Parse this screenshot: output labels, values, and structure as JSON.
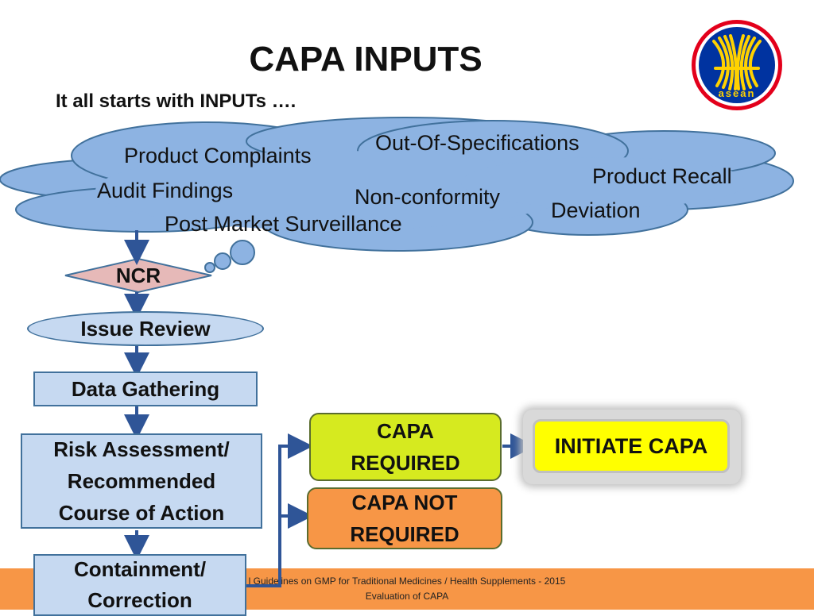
{
  "header": {
    "title": "CAPA INPUTS",
    "subtitle": "It all starts with INPUTs …."
  },
  "cloud": {
    "items": [
      "Product Complaints",
      "Out-Of-Specifications",
      "Product Recall",
      "Audit Findings",
      "Non-conformity",
      "Deviation",
      "Post Market Surveillance"
    ]
  },
  "flow": {
    "ncr": "NCR",
    "issue_review": "Issue Review",
    "data_gathering": "Data Gathering",
    "risk_assessment": "Risk Assessment/ Recommended Course of Action",
    "containment": "Containment/ Correction",
    "capa_required": "CAPA REQUIRED",
    "capa_not_required": "CAPA NOT REQUIRED",
    "initiate_capa": "INITIATE CAPA"
  },
  "logo": {
    "text": "asean",
    "colors": {
      "ring": "#e3001b",
      "disk": "#0033a0",
      "sheaves": "#ffd200"
    }
  },
  "footer": {
    "line1": "l Guidelines on GMP for Traditional Medicines / Health Supplements - 2015",
    "line2": "Evaluation of CAPA"
  },
  "colors": {
    "cloud_fill": "#8db3e2",
    "cloud_stroke": "#41719c",
    "flow_box": "#c6d9f1",
    "ncr_fill": "#e6b9b8",
    "capa_required": "#d6ea1f",
    "capa_not_required": "#f79646",
    "initiate_capa": "#ffff00",
    "footer_bar": "#f79646",
    "arrow": "#2f5597"
  }
}
